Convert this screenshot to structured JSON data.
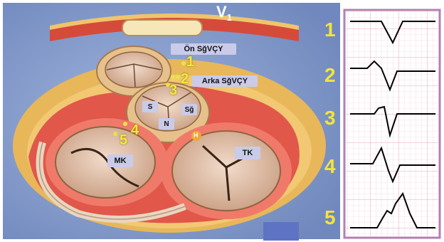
{
  "lead_label": "V",
  "lead_subscript": "1",
  "anatomy_labels": {
    "on_svcy": "Ön SğVÇY",
    "arka_svcy": "Arka SğVÇY",
    "s": "S",
    "sg": "Sğ",
    "n": "N",
    "h": "H",
    "mk": "MK",
    "tk": "TK"
  },
  "site_numbers": [
    "1",
    "2",
    "3",
    "4",
    "5"
  ],
  "ecg_panel": {
    "labels": [
      "1",
      "2",
      "3",
      "4",
      "5"
    ]
  },
  "colors": {
    "background_blue": "#7f98c9",
    "label_box": "#c9cbe9",
    "number_yellow": "#f2e43a",
    "grid_pink": "#f3b6c9",
    "ecg_trace": "#000000"
  }
}
